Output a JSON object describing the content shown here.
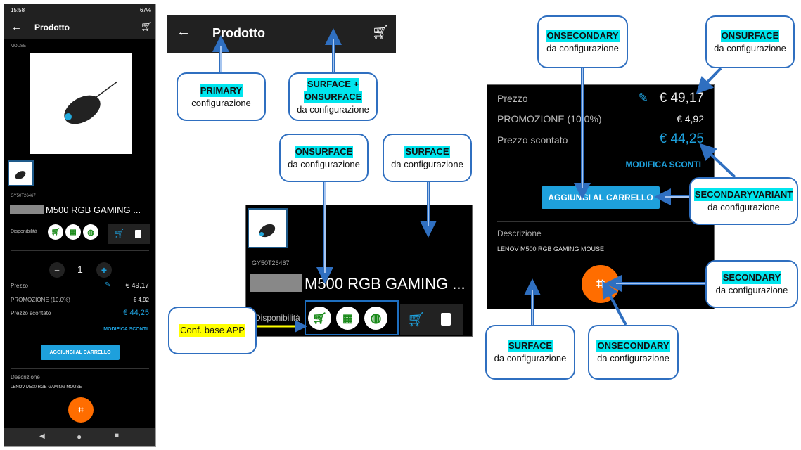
{
  "phone": {
    "status_time": "15:58",
    "status_battery": "67%",
    "appbar_title": "Prodotto",
    "category": "MOUSE",
    "code": "GY50T26467",
    "title": "M500 RGB GAMING ...",
    "availability_label": "Disponibilità",
    "quantity": "1",
    "price_label": "Prezzo",
    "price": "€ 49,17",
    "promo_label": "PROMOZIONE (10,0%)",
    "promo": "€ 4,92",
    "discounted_label": "Prezzo scontato",
    "discounted": "€ 44,25",
    "edit_discounts": "MODIFICA SCONTI",
    "add_to_cart": "AGGIUNGI AL CARRELLO",
    "description_label": "Descrizione",
    "description": "LENOV M500 RGB GAMING MOUSE"
  },
  "zoom_top": {
    "title": "Prodotto"
  },
  "zoom_mid": {
    "code": "GY50T26467",
    "title": "M500 RGB GAMING ...",
    "availability_label": "Disponibilità"
  },
  "zoom_right": {
    "price_label": "Prezzo",
    "price": "€ 49,17",
    "promo_label": "PROMOZIONE (10,0%)",
    "promo": "€ 4,92",
    "discounted_label": "Prezzo scontato",
    "discounted": "€ 44,25",
    "edit_discounts": "MODIFICA SCONTI",
    "add_to_cart": "AGGIUNGI AL CARRELLO",
    "description_label": "Descrizione",
    "description": "LENOV M500 RGB GAMING MOUSE"
  },
  "callouts": {
    "primary": {
      "key": "PRIMARY",
      "text": "configurazione"
    },
    "surface_onsurface": {
      "key1": "SURFACE +",
      "key2": "ONSURFACE",
      "text": "da configurazione"
    },
    "onsurface_mid": {
      "key": "ONSURFACE",
      "text": "da configurazione"
    },
    "surface_mid": {
      "key": "SURFACE",
      "text": "da configurazione"
    },
    "conf_base": {
      "text": "Conf. base APP"
    },
    "onsecondary_top": {
      "key": "ONSECONDARY",
      "text": "da configurazione"
    },
    "onsurface_top": {
      "key": "ONSURFACE",
      "text": "da configurazione"
    },
    "secondaryvariant": {
      "key": "SECONDARYVARIANT",
      "text": "da configurazione"
    },
    "secondary": {
      "key": "SECONDARY",
      "text": "da configurazione"
    },
    "surface_bottom": {
      "key": "SURFACE",
      "text": "da configurazione"
    },
    "onsecondary_bottom": {
      "key": "ONSECONDARY",
      "text": "da configurazione"
    }
  },
  "colors": {
    "primary": "#212121",
    "surface": "#000000",
    "secondary": "#ff6d00",
    "secondary_variant": "#1ea0dc",
    "callout_border": "#2f6fc0",
    "highlight": "#00e5ee"
  }
}
